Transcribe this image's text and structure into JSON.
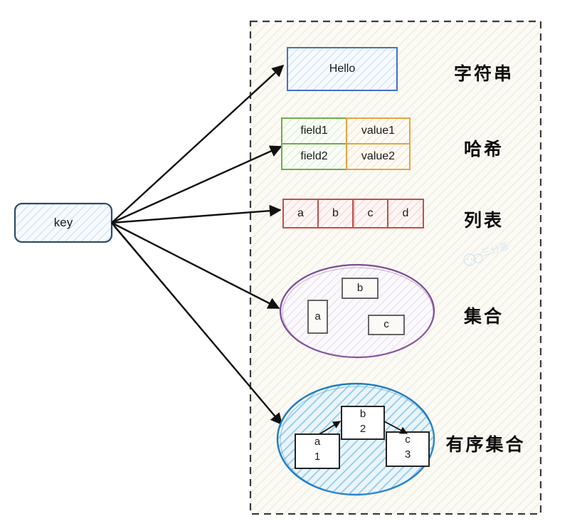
{
  "diagram": {
    "title_text": "",
    "root": {
      "label": "key"
    },
    "container": {
      "style": "dashed"
    },
    "types": [
      {
        "id": "string",
        "label": "字符串",
        "shape": "rect",
        "values": [
          "Hello"
        ],
        "accent": "#4472c4"
      },
      {
        "id": "hash",
        "label": "哈希",
        "shape": "table",
        "rows": [
          {
            "field": "field1",
            "value": "value1"
          },
          {
            "field": "field2",
            "value": "value2"
          }
        ],
        "accent_field": "#70ad47",
        "accent_value": "#e8a33d"
      },
      {
        "id": "list",
        "label": "列表",
        "shape": "cells",
        "values": [
          "a",
          "b",
          "c",
          "d"
        ],
        "accent": "#c0504d"
      },
      {
        "id": "set",
        "label": "集合",
        "shape": "ellipse",
        "values": [
          "a",
          "b",
          "c"
        ],
        "accent": "#7c4b96"
      },
      {
        "id": "zset",
        "label": "有序集合",
        "shape": "ellipse",
        "members": [
          {
            "member": "a",
            "score": "1"
          },
          {
            "member": "b",
            "score": "2"
          },
          {
            "member": "c",
            "score": "3"
          }
        ],
        "accent": "#1f7bc1"
      }
    ],
    "watermark": "三分恶"
  }
}
